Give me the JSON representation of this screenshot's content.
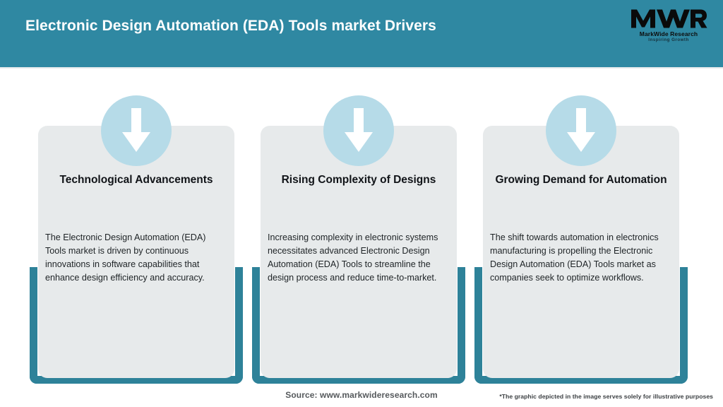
{
  "header": {
    "title": "Electronic Design Automation (EDA) Tools market Drivers",
    "background_color": "#2f88a2",
    "title_color": "#ffffff"
  },
  "logo": {
    "mark": "MWR",
    "name": "MarkWide Research",
    "tagline": "Inspiring Growth"
  },
  "theme": {
    "teal": "#2e8299",
    "circle_blue": "#b6dbe8",
    "panel_grey": "#e7eaeb",
    "arrow_white": "#ffffff"
  },
  "cards": [
    {
      "icon": "down-arrow-icon",
      "title": "Technological Advancements",
      "body": "The Electronic Design Automation (EDA) Tools market is driven by continuous innovations in software capabilities that enhance design efficiency and accuracy."
    },
    {
      "icon": "down-arrow-icon",
      "title": "Rising Complexity of Designs",
      "body": "Increasing complexity in electronic systems necessitates advanced Electronic Design Automation (EDA) Tools to streamline the design process and reduce time-to-market."
    },
    {
      "icon": "down-arrow-icon",
      "title": "Growing Demand for Automation",
      "body": "The shift towards automation in electronics manufacturing is propelling the Electronic Design Automation (EDA) Tools market as companies seek to optimize workflows."
    }
  ],
  "footer": {
    "source": "Source: www.markwideresearch.com",
    "disclaimer": "*The graphic depicted in the image serves solely for illustrative purposes"
  }
}
